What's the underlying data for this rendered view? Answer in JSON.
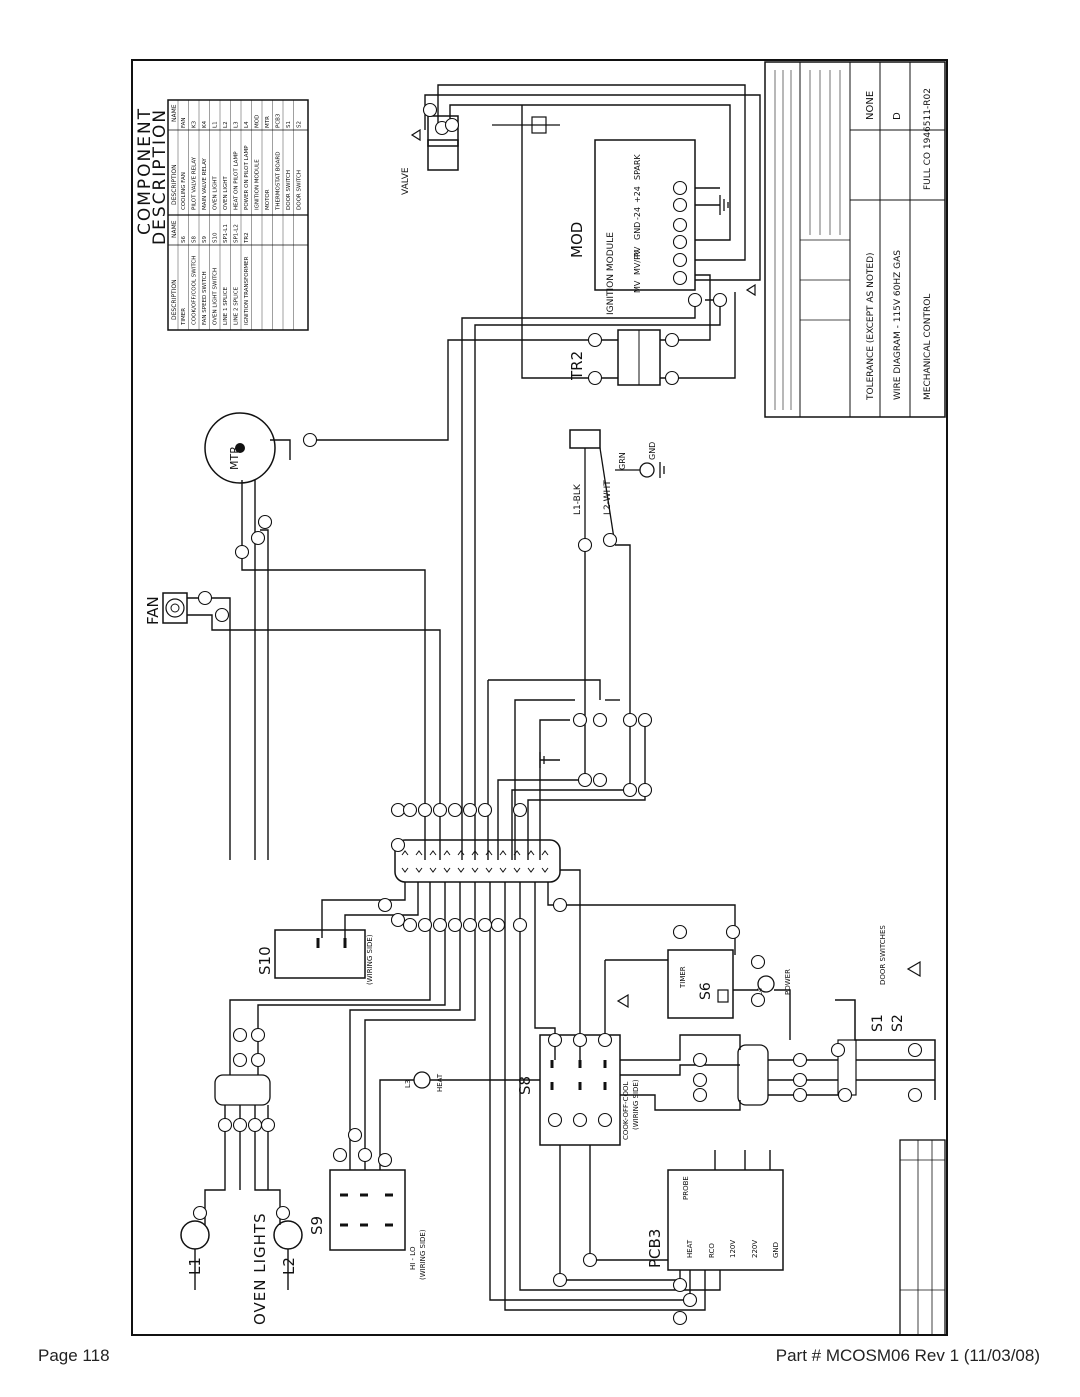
{
  "page": {
    "number": "Page 118",
    "part": "Part # MCOSM06 Rev 1 (11/03/08)"
  },
  "headings": {
    "component": "COMPONENT",
    "description": "DESCRIPTION",
    "fan": "FAN",
    "oven_lights": "OVEN LIGHTS",
    "mod": "MOD",
    "ignition_module": "IGNITION MODULE",
    "tr2": "TR2",
    "mtr": "MTR",
    "pcb3": "PCB3",
    "s10": "S10",
    "s9": "S9",
    "s8": "S8",
    "s6": "S6",
    "s1": "S1",
    "s2": "S2",
    "valve": "VALVE",
    "spark": "SPARK",
    "door_switches": "DOOR SWITCHES",
    "timer": "TIMER",
    "power": "POWER",
    "heat": "HEAT",
    "wiring_side": "(WIRING SIDE)",
    "hi_lo": "HI - LO",
    "cook_off_cool": "COOK-OFF-COOL",
    "l1_blk": "L1-BLK",
    "l2_wht": "L2-WHT",
    "grn": "GRN",
    "gnd": "GND",
    "l1": "L1",
    "l2": "L2",
    "l3": "L3",
    "l4": "L4"
  },
  "mod_terminals": [
    "SPARK",
    "+24",
    "-24",
    "GND",
    "PV",
    "MV/PV",
    "MV"
  ],
  "pcb3_terminals": [
    "PROBE",
    "HEAT",
    "RCO",
    "120V",
    "220V",
    "GND"
  ],
  "title_block": {
    "wire_diagram": "WIRE DIAGRAM - 115V 60HZ GAS",
    "control": "MECHANICAL CONTROL",
    "tolerance": "TOLERANCE (EXCEPT AS NOTED)",
    "scale": "NONE",
    "size": "D",
    "drawing_no": "FULL CO 1946511-R02"
  },
  "component_table": {
    "headers": [
      "NAME",
      "DESCRIPTION",
      "NAME",
      "DESCRIPTION"
    ],
    "rows": [
      [
        "FAN",
        "COOLING FAN",
        "S6",
        "TIMER"
      ],
      [
        "K3",
        "PILOT VALVE RELAY",
        "S8",
        "COOK/OFF/COOL SWITCH"
      ],
      [
        "K4",
        "MAIN VALVE RELAY",
        "S9",
        "FAN SPEED SWITCH"
      ],
      [
        "L1",
        "OVEN LIGHT",
        "S10",
        "OVEN LIGHT SWITCH"
      ],
      [
        "L2",
        "OVEN LIGHT",
        "SP1-L1",
        "LINE 1 SPLICE"
      ],
      [
        "L3",
        "HEAT ON PILOT LAMP",
        "SP1-L2",
        "LINE 2 SPLICE"
      ],
      [
        "L4",
        "POWER ON PILOT LAMP",
        "TR2",
        "IGNITION TRANSFORMER"
      ],
      [
        "MOD",
        "IGNITION MODULE",
        "",
        ""
      ],
      [
        "MTR",
        "MOTOR",
        "",
        ""
      ],
      [
        "PCB3",
        "THERMOSTAT BOARD",
        "",
        ""
      ],
      [
        "S1",
        "DOOR SWITCH",
        "",
        ""
      ],
      [
        "S2",
        "DOOR SWITCH",
        "",
        ""
      ]
    ]
  },
  "colors": {
    "line": "#111111",
    "paper": "#ffffff"
  }
}
